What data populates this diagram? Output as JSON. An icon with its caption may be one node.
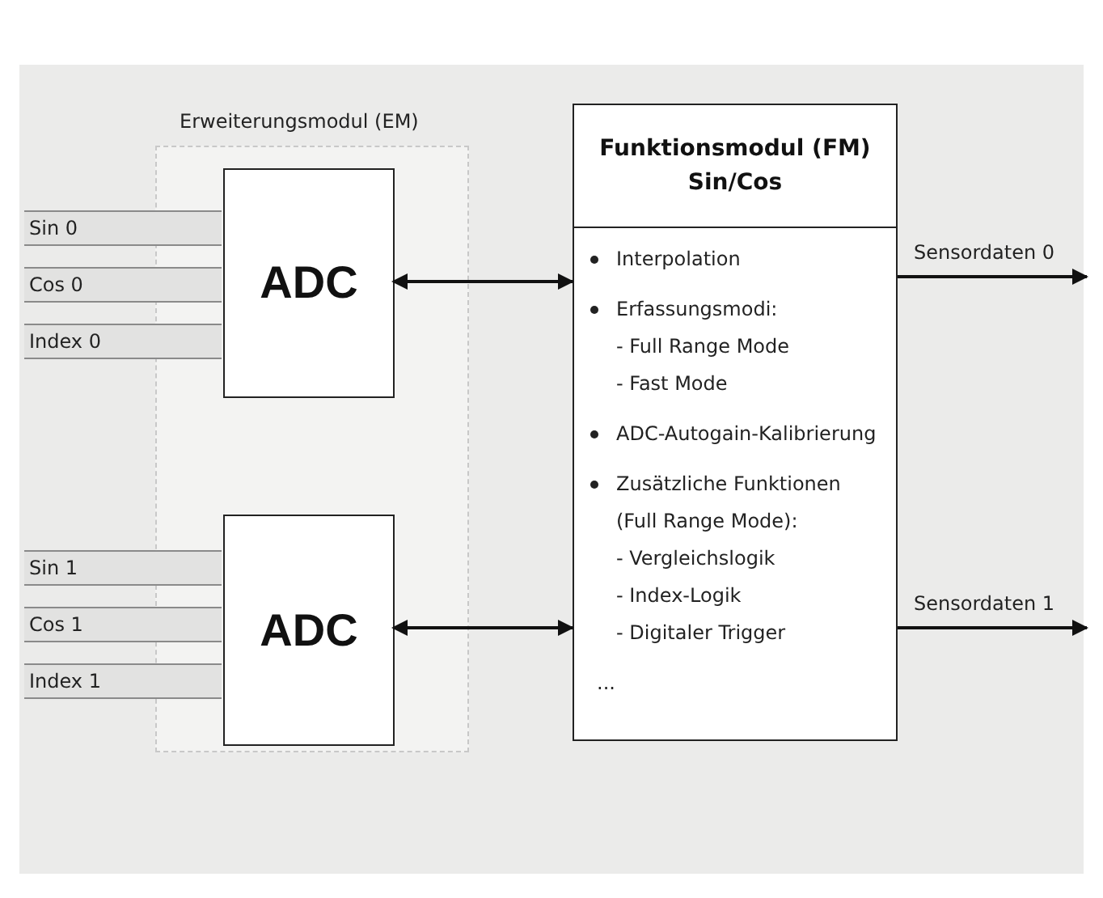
{
  "diagram": {
    "nodes": [
      {
        "text": [
          "Erweiterungsmodul (EM)"
        ]
      },
      {
        "text": [
          "ADC"
        ],
        "in": 0
      },
      {
        "text": [
          "ADC"
        ],
        "in": 0
      },
      {
        "text": [
          "Sin 0"
        ]
      },
      {
        "text": [
          "Cos 0"
        ]
      },
      {
        "text": [
          "Index 0"
        ]
      },
      {
        "text": [
          "Sin 1"
        ]
      },
      {
        "text": [
          "Cos 1"
        ]
      },
      {
        "text": [
          "Index 1"
        ]
      },
      {
        "text": [
          "Funktionsmodul (FM) Sin/Cos",
          "Interpolation",
          "Erfassungsmodi:",
          "- Full Range Mode",
          "- Fast Mode",
          "ADC-Autogain-Kalibrierung",
          "Zusätzliche Funktionen (Full Range Mode):",
          "- Vergleichslogik",
          "- Index-Logik",
          "- Digitaler Trigger",
          "..."
        ]
      }
    ],
    "edges": [
      {
        "from": 1,
        "to": 9,
        "arrow": "both"
      },
      {
        "from": 2,
        "to": 9,
        "arrow": "both"
      },
      {
        "from": 9,
        "to": null,
        "arrow": "to",
        "label": "Sensordaten 0"
      },
      {
        "from": 9,
        "to": null,
        "arrow": "to",
        "label": "Sensordaten 1"
      }
    ]
  }
}
